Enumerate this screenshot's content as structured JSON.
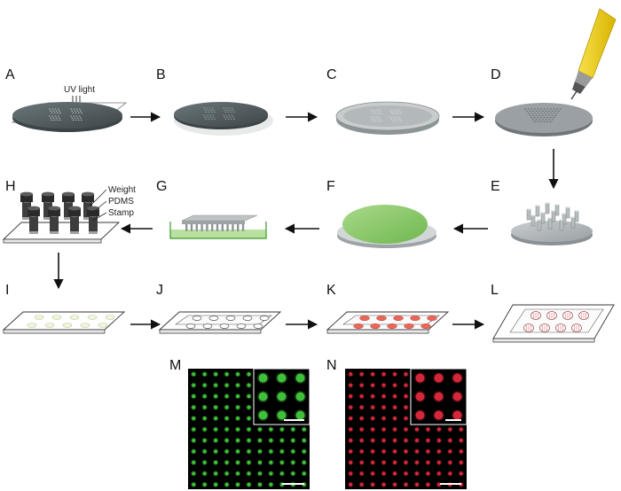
{
  "panels": {
    "A": "A",
    "B": "B",
    "C": "C",
    "D": "D",
    "E": "E",
    "F": "F",
    "G": "G",
    "H": "H",
    "I": "I",
    "J": "J",
    "K": "K",
    "L": "L",
    "M": "M",
    "N": "N"
  },
  "annotations": {
    "uv_light": "UV light",
    "weight": "Weight",
    "pdms": "PDMS",
    "stamp": "Stamp"
  },
  "colors": {
    "wafer_dark": "#4f5a5e",
    "pdms_green": "#8dc96a",
    "spot_red": "#e8675a",
    "micro_green": "#3fbf3a",
    "micro_red": "#d4283a",
    "pen_yellow": "#f2d21b"
  },
  "micrographs": {
    "M": {
      "grid_cols": 11,
      "grid_rows": 11,
      "inset_grid": 3,
      "color": "green"
    },
    "N": {
      "grid_cols": 11,
      "grid_rows": 11,
      "inset_grid": 3,
      "color": "red"
    }
  }
}
